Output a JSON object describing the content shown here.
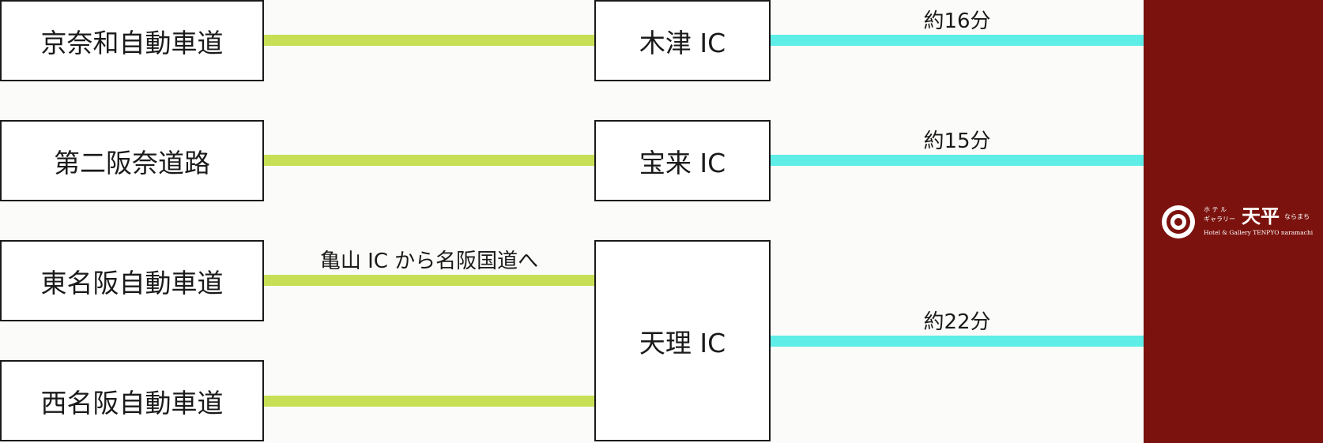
{
  "expressways": [
    {
      "label": "京奈和自動車道"
    },
    {
      "label": "第二阪奈道路"
    },
    {
      "label": "東名阪自動車道"
    },
    {
      "label": "西名阪自動車道"
    }
  ],
  "interchanges": [
    {
      "label": "木津 IC"
    },
    {
      "label": "宝来 IC"
    },
    {
      "label": "天理 IC"
    }
  ],
  "route_note": "亀山 IC から名阪国道へ",
  "durations": [
    {
      "label": "約16分"
    },
    {
      "label": "約15分"
    },
    {
      "label": "約22分"
    }
  ],
  "hotel": {
    "kana_top": "ホ テ ル",
    "kana_sub": "ギャラリー",
    "kanji": "天平",
    "kana_right": "ならまち",
    "english": "Hotel & Gallery TENPYO naramachi",
    "brand_color": "#7b120d"
  },
  "colors": {
    "expressway_line": "#c6df55",
    "route_line": "#5fede8"
  }
}
